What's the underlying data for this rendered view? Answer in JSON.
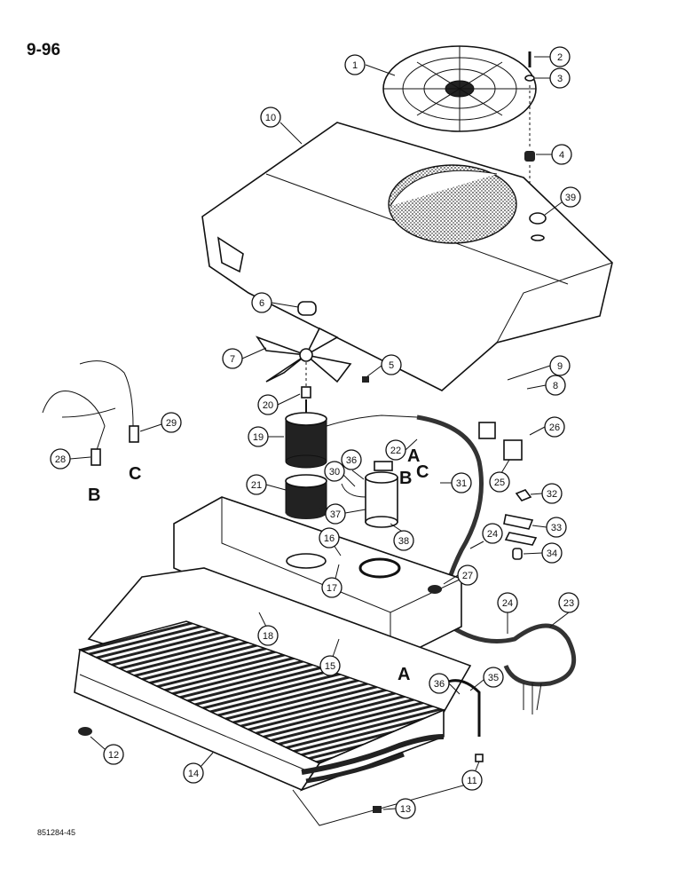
{
  "page_number": "9-96",
  "figure_code": "851284-45",
  "callouts": [
    "1",
    "2",
    "3",
    "4",
    "10",
    "39",
    "6",
    "7",
    "5",
    "9",
    "8",
    "20",
    "19",
    "26",
    "22",
    "30",
    "36",
    "31",
    "29",
    "28",
    "21",
    "37",
    "38",
    "25",
    "32",
    "33",
    "24",
    "34",
    "16",
    "17",
    "27",
    "18",
    "15",
    "23",
    "35",
    "12",
    "14",
    "11",
    "13"
  ],
  "letters": [
    "A",
    "B",
    "C",
    "A",
    "B",
    "C"
  ]
}
